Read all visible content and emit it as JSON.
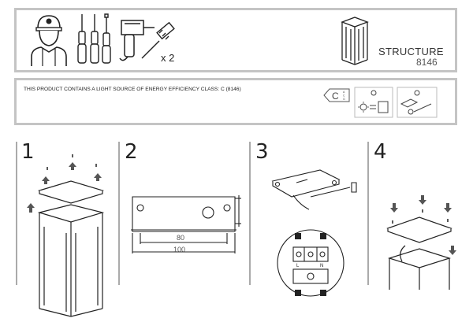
{
  "header": {
    "title": "STRUCTURE",
    "product_code": "8146",
    "quantity": "x 2"
  },
  "energy": {
    "text": "THIS PRODUCT CONTAINS A LIGHT SOURCE OF ENERGY EFFICIENCY CLASS: C (8146)",
    "class_scale": [
      "A",
      "C",
      "G"
    ],
    "class_letter": "C"
  },
  "steps": [
    {
      "number": "1"
    },
    {
      "number": "2"
    },
    {
      "number": "3"
    },
    {
      "number": "4"
    }
  ],
  "dimensions": {
    "inner": "80",
    "outer": "100"
  },
  "terminal_labels": [
    "L",
    "N"
  ],
  "icons": [
    "installer-icon",
    "screwdriver-icon",
    "drill-icon",
    "screw-anchor-icon",
    "lamp-structure-icon",
    "energy-label-icon",
    "light-switch-icon",
    "disassembly-icon"
  ]
}
